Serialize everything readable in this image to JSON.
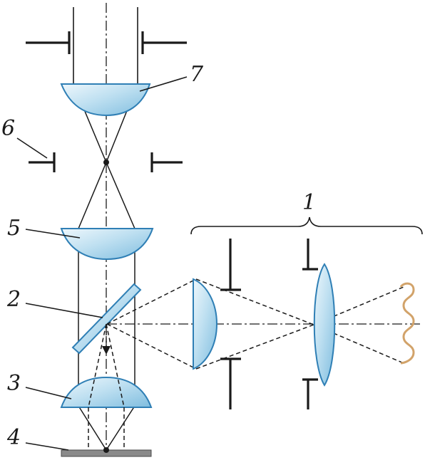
{
  "labels": {
    "source_assembly": "1",
    "beam_splitter": "2",
    "objective": "3",
    "specimen": "4",
    "tube_lens": "5",
    "field_stop": "6",
    "eyepiece": "7"
  },
  "colors": {
    "glass_light": "#eef7fc",
    "glass_mid": "#a9d3ea",
    "glass_edge": "#2f7fb5",
    "filament": "#d2a36a",
    "specimen_plate": "#8a8a8a",
    "ink": "#1a1a1a"
  }
}
